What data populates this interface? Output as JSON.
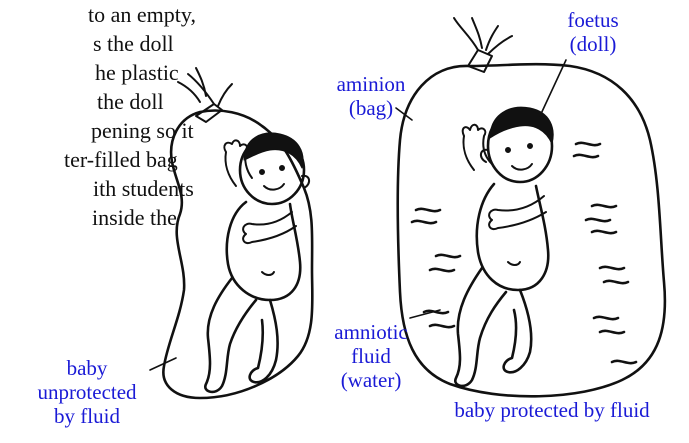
{
  "body_text": {
    "lines": [
      "to an empty,",
      "s the doll",
      "he plastic",
      "the doll",
      "pening so it",
      "ter-filled bag",
      "ith students",
      "inside the"
    ]
  },
  "labels": {
    "foetus": [
      "foetus",
      "(doll)"
    ],
    "aminion": [
      "aminion",
      "(bag)"
    ],
    "amniotic": [
      "amniotic",
      "fluid",
      "(water)"
    ],
    "unprotected": [
      "baby",
      "unprotected",
      "by fluid"
    ],
    "protected": "baby protected by fluid"
  },
  "colors": {
    "label": "#1a1ad6",
    "ink": "#111111"
  }
}
